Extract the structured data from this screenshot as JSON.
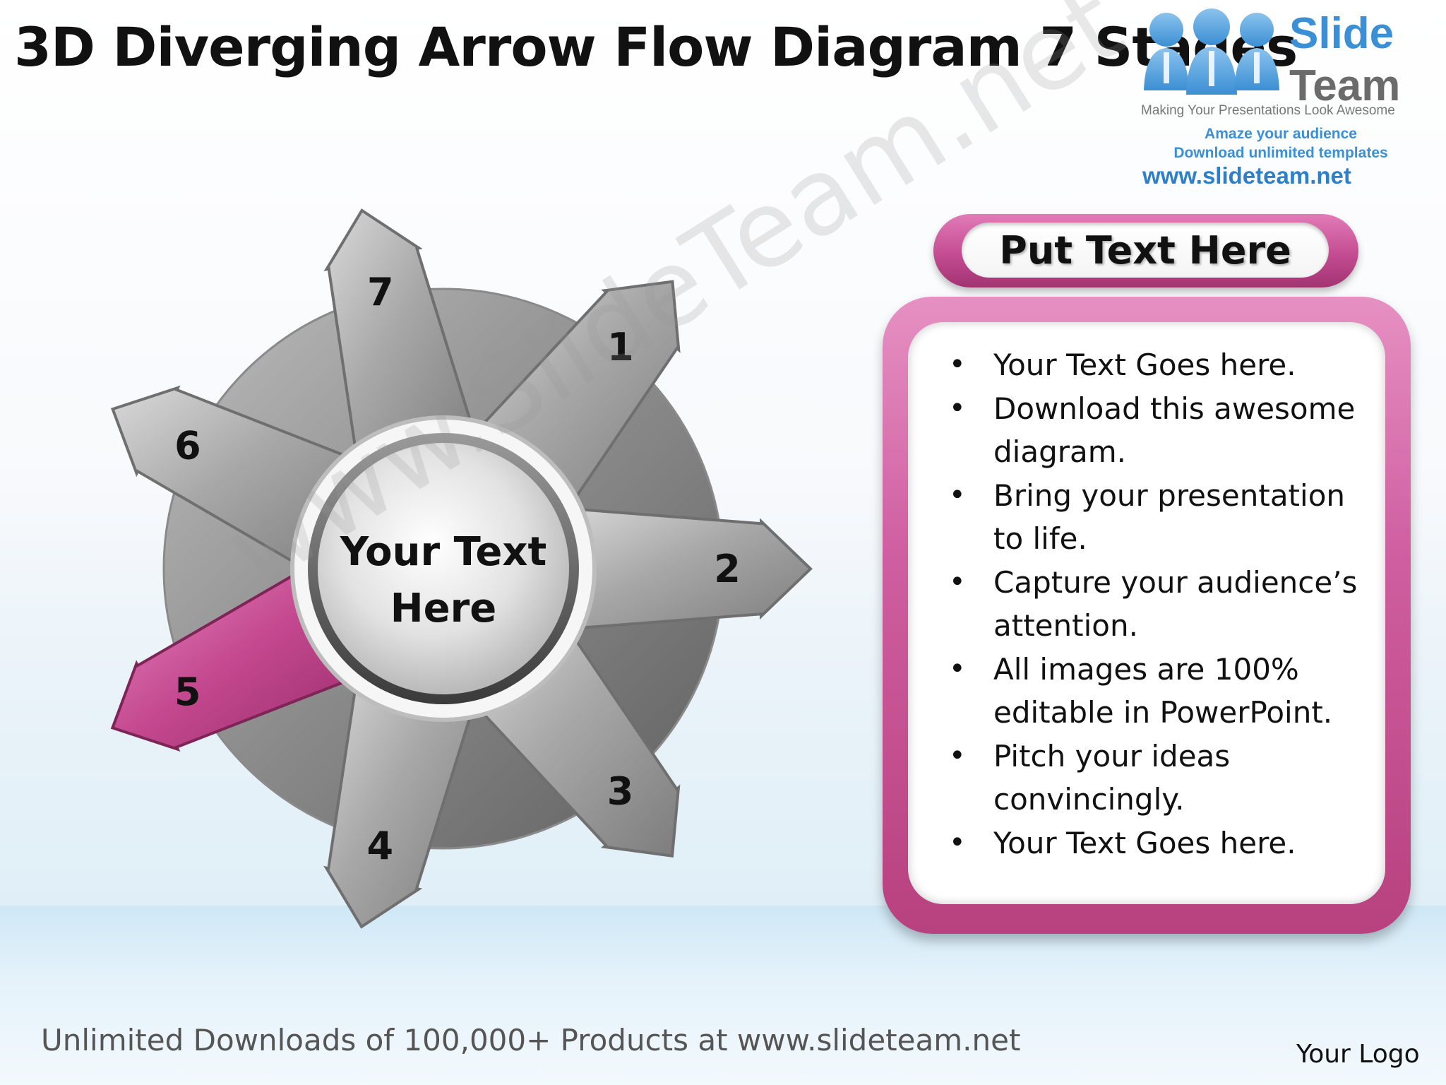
{
  "slide": {
    "title": "3D Diverging Arrow Flow Diagram 7 Stages",
    "footer": "Unlimited Downloads of 100,000+ Products at www.slideteam.net",
    "logo_placeholder": "Your Logo"
  },
  "brand": {
    "name_line1": "Slide",
    "name_line2": "Team",
    "tagline": "Making Your Presentations Look Awesome",
    "promo_line1": "Amaze your audience",
    "promo_line2": "Download unlimited templates",
    "url": "www.slideteam.net",
    "watermark": "www.SlideTeam.net"
  },
  "diagram": {
    "center_text_line1": "Your Text",
    "center_text_line2": "Here",
    "stages": [
      {
        "label": "1",
        "highlight": false
      },
      {
        "label": "2",
        "highlight": false
      },
      {
        "label": "3",
        "highlight": false
      },
      {
        "label": "4",
        "highlight": false
      },
      {
        "label": "5",
        "highlight": true
      },
      {
        "label": "6",
        "highlight": false
      },
      {
        "label": "7",
        "highlight": false
      }
    ]
  },
  "panel": {
    "header": "Put Text Here",
    "bullets": [
      "Your Text Goes here.",
      "Download this awesome diagram.",
      "Bring your presentation to life.",
      "Capture your audience’s attention.",
      "All images are 100% editable in PowerPoint.",
      "Pitch your ideas convincingly.",
      "Your Text Goes here."
    ]
  },
  "colors": {
    "accent": "#c44c92",
    "arrow_gray": "#9c9c9c",
    "title_text": "#111111",
    "brand_blue": "#3b8fd4"
  }
}
